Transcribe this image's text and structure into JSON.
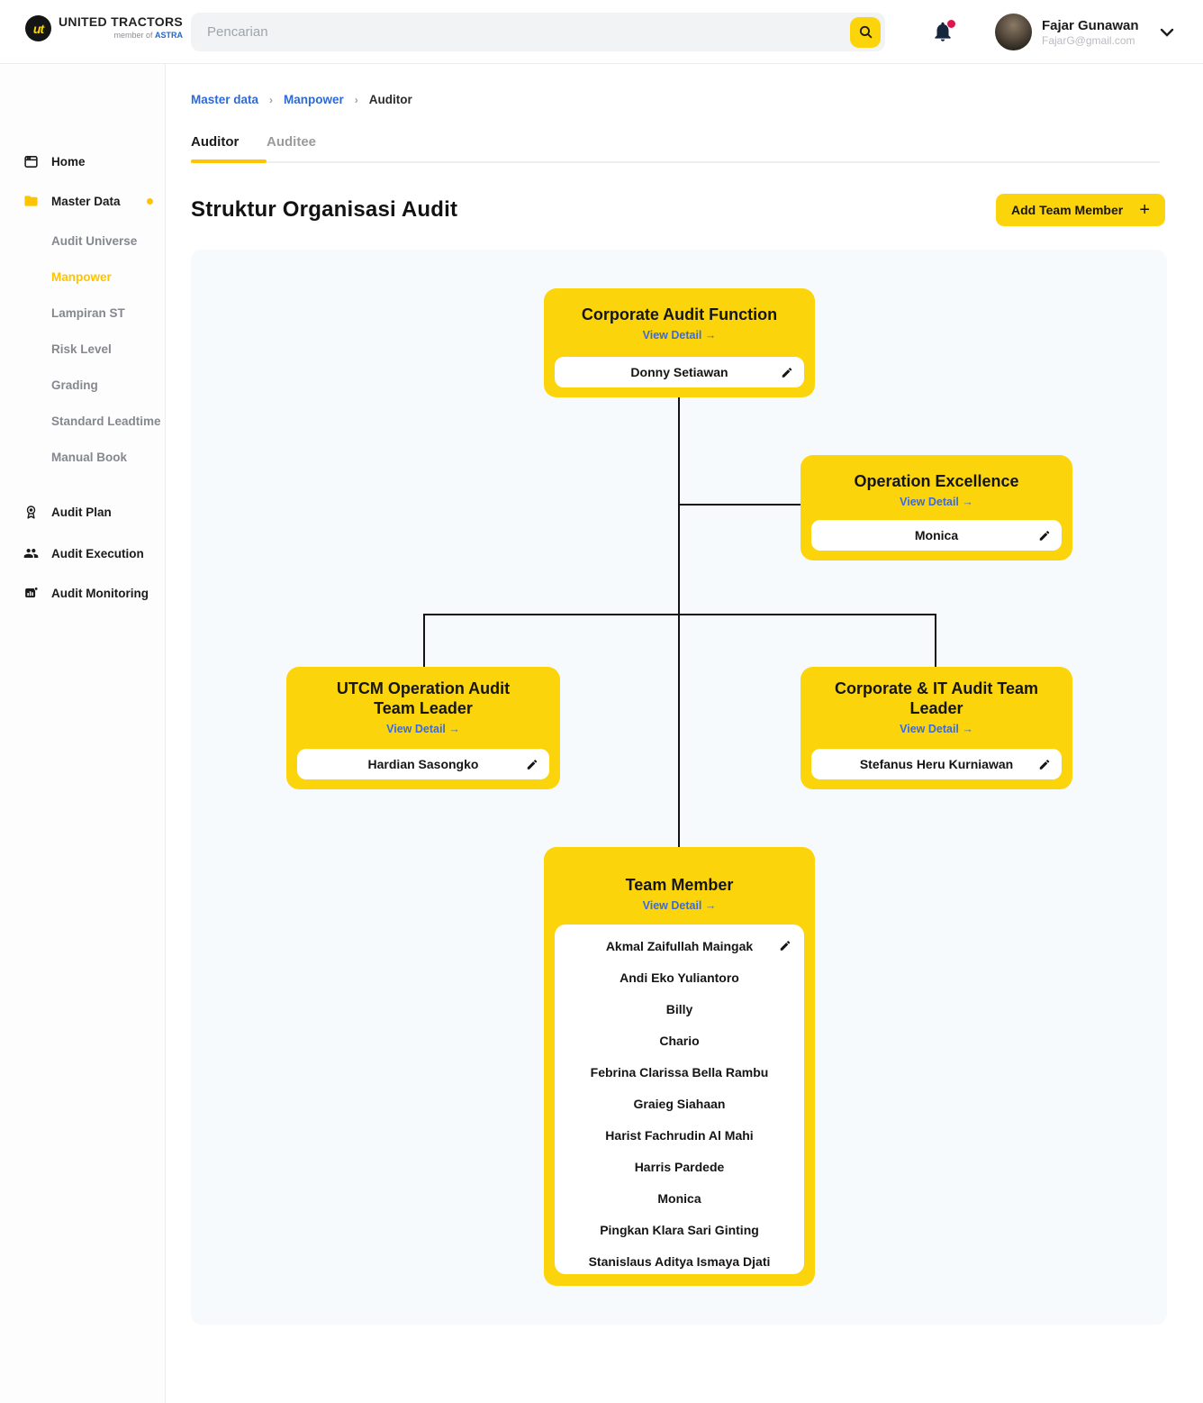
{
  "header": {
    "logo": {
      "monogram": "ut",
      "name": "UNITED TRACTORS",
      "member_prefix": "member of ",
      "member_brand": "ASTRA"
    },
    "search": {
      "placeholder": "Pencarian"
    },
    "user": {
      "name": "Fajar Gunawan",
      "email": "FajarG@gmail.com"
    }
  },
  "sidebar": {
    "home": "Home",
    "master_data": "Master Data",
    "master_children": [
      "Audit Universe",
      "Manpower",
      "Lampiran ST",
      "Risk Level",
      "Grading",
      "Standard Leadtime",
      "Manual Book"
    ],
    "audit_plan": "Audit Plan",
    "audit_execution": "Audit Execution",
    "audit_monitoring": "Audit Monitoring"
  },
  "breadcrumb": {
    "items": [
      "Master data",
      "Manpower",
      "Auditor"
    ],
    "separator": "›"
  },
  "tabs": {
    "auditor": "Auditor",
    "auditee": "Auditee"
  },
  "page": {
    "title": "Struktur Organisasi Audit",
    "add_button": "Add Team Member",
    "plus": "+"
  },
  "org": {
    "view_detail": "View Detail →",
    "nodes": {
      "corporate_audit_function": {
        "title": "Corporate Audit Function",
        "person": "Donny Setiawan"
      },
      "operation_excellence": {
        "title": "Operation Excellence",
        "person": "Monica"
      },
      "utcm_team_leader": {
        "title": "UTCM Operation Audit Team Leader",
        "person": "Hardian Sasongko"
      },
      "corporate_it_team_leader": {
        "title": "Corporate & IT Audit Team Leader",
        "person": "Stefanus Heru Kurniawan"
      },
      "team_member": {
        "title": "Team Member",
        "members": [
          "Akmal Zaifullah Maingak",
          "Andi Eko Yuliantoro",
          "Billy",
          "Chario",
          "Febrina Clarissa Bella Rambu",
          "Graieg Siahaan",
          "Harist Fachrudin Al Mahi",
          "Harris Pardede",
          "Monica",
          "Pingkan Klara Sari Ginting",
          "Stanislaus Aditya Ismaya Djati"
        ]
      }
    }
  },
  "colors": {
    "brand_yellow": "#FCD40B",
    "accent_yellow": "#FFC400",
    "link_blue": "#3D6BD8",
    "breadcrumb_blue": "#2E6AD5",
    "bell_navy": "#16263D",
    "notification_red": "#E0144C",
    "chart_background": "#F6FAFD"
  }
}
